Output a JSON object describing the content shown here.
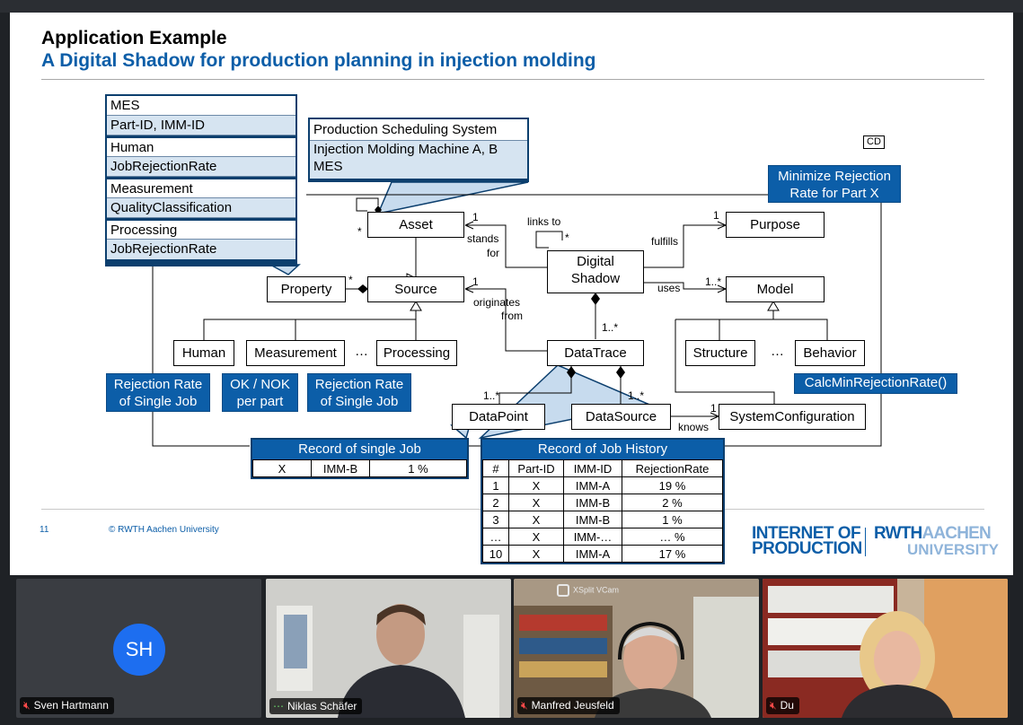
{
  "slide": {
    "title": "Application Example",
    "subtitle": "A Digital Shadow for production planning in injection molding",
    "page_number": "11",
    "copyright": "© RWTH Aachen University",
    "cd_tag": "CD",
    "logo": {
      "iop_line1": "INTERNET OF",
      "iop_line2": "PRODUCTION",
      "rwth_a": "RWTH",
      "rwth_b": "AACHEN",
      "rwth_line2": "UNIVERSITY"
    }
  },
  "diagram": {
    "classes": {
      "asset": "Asset",
      "purpose": "Purpose",
      "digital_shadow_1": "Digital",
      "digital_shadow_2": "Shadow",
      "property": "Property",
      "source": "Source",
      "model": "Model",
      "human": "Human",
      "measurement": "Measurement",
      "ellipsis": "…",
      "processing": "Processing",
      "datatrace": "DataTrace",
      "structure": "Structure",
      "ellipsis2": "…",
      "behavior": "Behavior",
      "datapoint": "DataPoint",
      "datasource": "DataSource",
      "systemconfiguration": "SystemConfiguration"
    },
    "labels": {
      "links_to": "links to",
      "star_a": "*",
      "star_b": "*",
      "star_c": "*",
      "one_a": "1",
      "one_b": "1",
      "one_c": "1",
      "one_d": "1",
      "stands": "stands",
      "for": "for",
      "fulfills": "fulfills",
      "uses": "uses",
      "one_star_uses": "1..*",
      "originates": "originates",
      "from": "from",
      "one_star_dt": "1..*",
      "one_star_dp": "1..*",
      "one_star_ds": "1..*",
      "knows": "knows"
    },
    "notes": {
      "left_stack": [
        "MES",
        "Part-ID, IMM-ID",
        "Human",
        "JobRejectionRate",
        "Measurement",
        "QualityClassification",
        "Processing",
        "JobRejectionRate"
      ],
      "pss_title": "Production Scheduling System",
      "pss_line1": "Injection Molding Machine A, B",
      "pss_line2": "MES",
      "min_rej_1": "Minimize Rejection",
      "min_rej_2": "Rate for Part X",
      "rej_human_1": "Rejection Rate",
      "rej_human_2": "of Single Job",
      "ok_nok_1": "OK / NOK",
      "ok_nok_2": "per part",
      "rej_proc_1": "Rejection Rate",
      "rej_proc_2": "of Single Job",
      "calc": "CalcMinRejectionRate()"
    },
    "record_single": {
      "title": "Record of single Job",
      "cells": [
        "X",
        "IMM-B",
        "1 %"
      ]
    },
    "record_history": {
      "title": "Record of Job History",
      "headers": [
        "#",
        "Part-ID",
        "IMM-ID",
        "RejectionRate"
      ],
      "rows": [
        [
          "1",
          "X",
          "IMM-A",
          "19 %"
        ],
        [
          "2",
          "X",
          "IMM-B",
          "2 %"
        ],
        [
          "3",
          "X",
          "IMM-B",
          "1 %"
        ],
        [
          "…",
          "X",
          "IMM-…",
          "… %"
        ],
        [
          "10",
          "X",
          "IMM-A",
          "17 %"
        ]
      ]
    }
  },
  "participants": [
    {
      "name": "Sven Hartmann",
      "initials": "SH",
      "muted": true
    },
    {
      "name": "Niklas Schäfer",
      "muted": false
    },
    {
      "name": "Manfred Jeusfeld",
      "muted": true,
      "overlay": "XSplit VCam"
    },
    {
      "name": "Du",
      "muted": true
    }
  ],
  "colors": {
    "rwth_blue": "#0c5ea8",
    "dark_blue": "#0c3f6e",
    "light_blue": "#d6e4f1"
  }
}
